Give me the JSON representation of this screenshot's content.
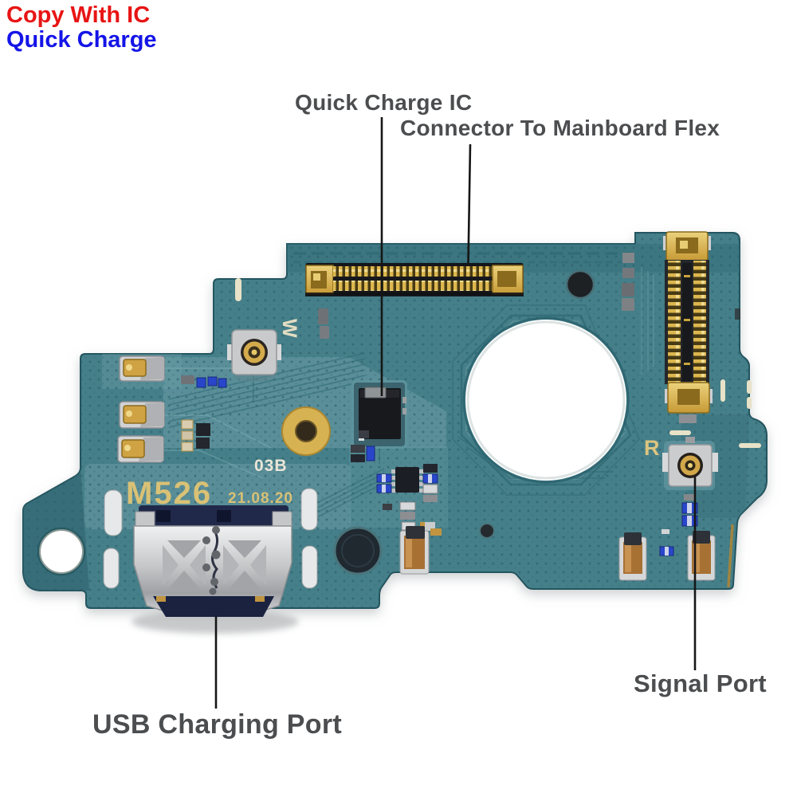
{
  "badge": {
    "line1": "Copy With IC",
    "line2": "Quick Charge"
  },
  "callouts": {
    "quick_charge_ic": "Quick Charge IC",
    "mainboard_flex": "Connector To Mainboard Flex",
    "usb_port": "USB Charging Port",
    "signal_port": "Signal Port"
  },
  "board_markings": {
    "model": "M526",
    "date": "21.08.20",
    "code": "03B",
    "mark_w": "W",
    "mark_r": "R"
  },
  "colors": {
    "badge_red": "#e81414",
    "badge_blue": "#1414e8",
    "callout_text": "#4b4d4f",
    "leader_line": "#161616",
    "pcb_teal": "#457f89",
    "gold": "#c9a23b",
    "silver": "#c8c9cb",
    "background": "#ffffff"
  }
}
